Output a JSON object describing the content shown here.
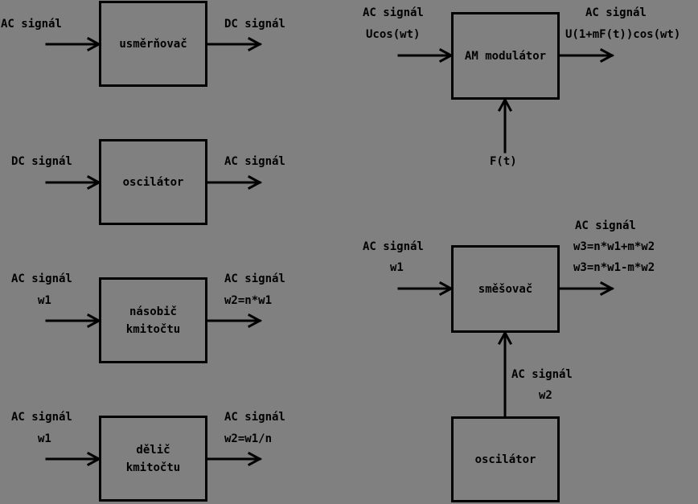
{
  "blocks": {
    "rectifier": "usměrňovač",
    "oscillator": "oscilátor",
    "multiplier": [
      "násobič",
      "kmitočtu"
    ],
    "divider": [
      "dělič",
      "kmitočtu"
    ],
    "am_modulator": "AM modulátor",
    "mixer": "směšovač",
    "mixer_oscillator": "oscilátor"
  },
  "labels": {
    "rect_in": "AC signál",
    "rect_out": "DC signál",
    "osc_in": "DC signál",
    "osc_out": "AC signál",
    "mult_in": [
      "AC signál",
      "w1"
    ],
    "mult_out": [
      "AC signál",
      "w2=n*w1"
    ],
    "div_in": [
      "AC signál",
      "w1"
    ],
    "div_out": [
      "AC signál",
      "w2=w1/n"
    ],
    "am_in": [
      "AC signál",
      "Ucos(wt)"
    ],
    "am_out": [
      "AC signál",
      "U(1+mF(t))cos(wt)"
    ],
    "am_mod": "F(t)",
    "mix_in": [
      "AC signál",
      "w1"
    ],
    "mix_out": [
      "AC signál",
      "w3=n*w1+m*w2",
      "w3=n*w1-m*w2"
    ],
    "mix_osc": [
      "AC signál",
      "w2"
    ]
  },
  "colors": {
    "background": "#808080",
    "line": "#000000"
  }
}
